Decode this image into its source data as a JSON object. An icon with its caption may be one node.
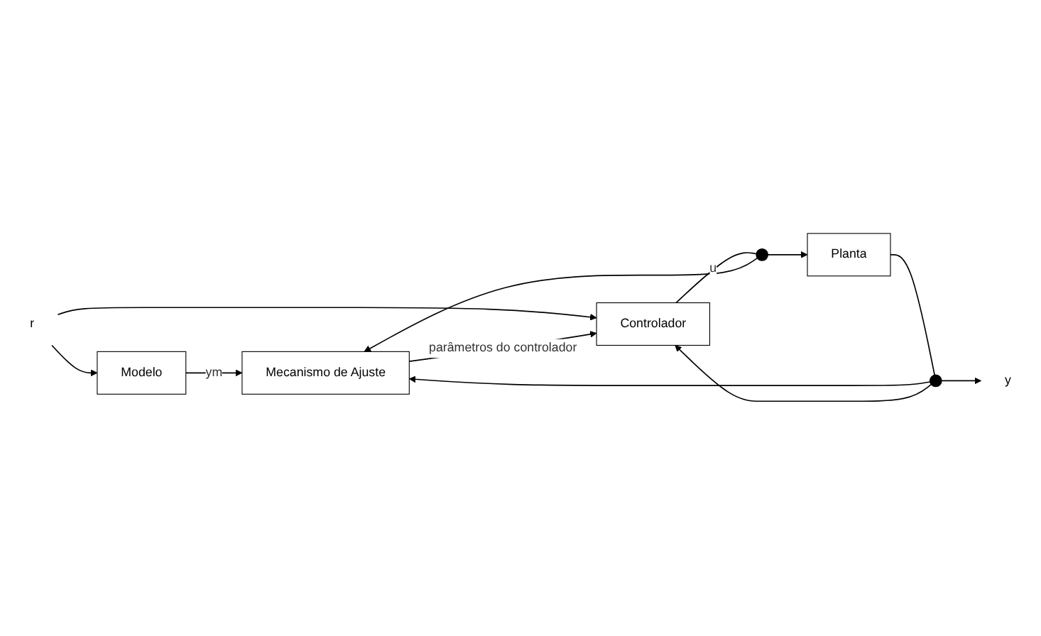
{
  "diagram": {
    "nodes": [
      {
        "text": [
          "r"
        ]
      },
      {
        "text": [
          "Modelo"
        ]
      },
      {
        "text": [
          "Mecanismo de Ajuste"
        ]
      },
      {
        "text": [
          "Controlador"
        ]
      },
      {
        "text": [
          "Planta"
        ]
      },
      {
        "text": [],
        "shape": "circle"
      },
      {
        "text": [],
        "shape": "circle"
      },
      {
        "text": [
          "y"
        ]
      }
    ],
    "edges": [
      {
        "from": 0,
        "to": 1,
        "arrow": "to"
      },
      {
        "from": 0,
        "to": 3,
        "arrow": "to"
      },
      {
        "from": 1,
        "to": 2,
        "arrow": "to",
        "label": "ym"
      },
      {
        "from": 2,
        "to": 3,
        "arrow": "to",
        "label": "parâmetros do controlador"
      },
      {
        "from": 3,
        "to": 5,
        "arrow": "none",
        "label": "u"
      },
      {
        "from": 5,
        "to": 4,
        "arrow": "to"
      },
      {
        "from": 5,
        "to": 2,
        "arrow": "to"
      },
      {
        "from": 4,
        "to": 6,
        "arrow": "none"
      },
      {
        "from": 6,
        "to": 7,
        "arrow": "to"
      },
      {
        "from": 6,
        "to": 2,
        "arrow": "to"
      },
      {
        "from": 6,
        "to": 3,
        "arrow": "to"
      }
    ]
  }
}
